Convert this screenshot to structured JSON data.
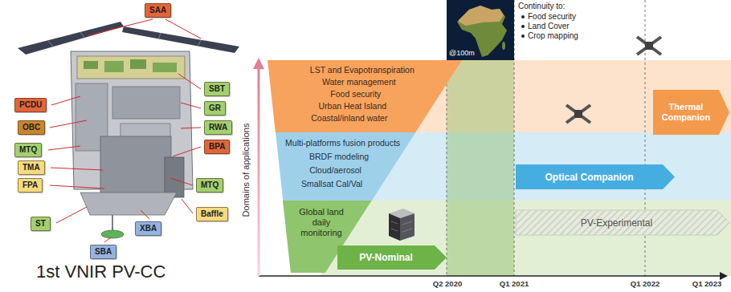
{
  "diagram": {
    "nodes": [
      {
        "text": [
          "SAA"
        ]
      },
      {
        "text": [
          "SBT"
        ]
      },
      {
        "text": [
          "PCDU"
        ]
      },
      {
        "text": [
          "GR"
        ]
      },
      {
        "text": [
          "OBC"
        ]
      },
      {
        "text": [
          "RWA"
        ]
      },
      {
        "text": [
          "BPA"
        ]
      },
      {
        "text": [
          "MTQ"
        ]
      },
      {
        "text": [
          "TMA"
        ]
      },
      {
        "text": [
          "FPA"
        ]
      },
      {
        "text": [
          "MTQ"
        ]
      },
      {
        "text": [
          "Baffle"
        ]
      },
      {
        "text": [
          "ST"
        ]
      },
      {
        "text": [
          "XBA"
        ]
      },
      {
        "text": [
          "SBA"
        ]
      },
      {
        "text": [
          "LST and Evapotranspiration",
          "Water management",
          "Food security",
          "Urban Heat Island",
          "Coastal/inland water"
        ]
      },
      {
        "text": [
          "Multi-platforms fusion products",
          "BRDF modeling",
          "Cloud/aerosol",
          "Smallsat Cal/Val"
        ]
      },
      {
        "text": [
          "Global land daily monitoring"
        ]
      },
      {
        "text": [
          "Thermal Companion"
        ]
      },
      {
        "text": [
          "Optical Companion"
        ]
      },
      {
        "text": [
          "PV-Experimental"
        ]
      },
      {
        "text": [
          "PV-Nominal"
        ]
      }
    ],
    "labels": [
      "1st VNIR PV-CC",
      "Domains of applications",
      "@100m",
      "Continuity to:",
      "Food security",
      "Land Cover",
      "Crop mapping",
      "Q2 2020",
      "Q1 2021",
      "Q1 2022",
      "Q1 2023"
    ]
  }
}
